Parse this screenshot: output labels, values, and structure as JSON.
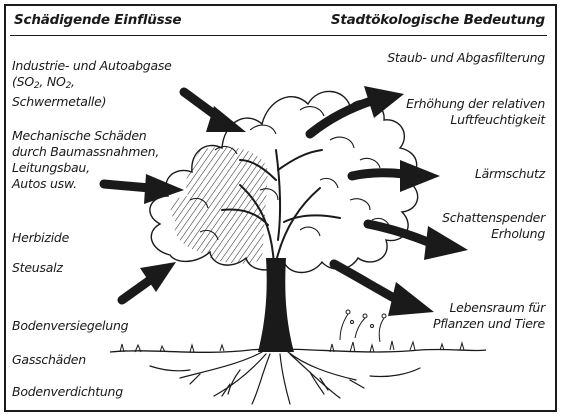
{
  "headers": {
    "left": "Schädigende Einflüsse",
    "right": "Stadtökologische Bedeutung"
  },
  "left_labels": {
    "emissions_l1": "Industrie- und Autoabgase",
    "emissions_so": "SO",
    "emissions_so_sub": "2",
    "emissions_sep": ", ",
    "emissions_no": "NO",
    "emissions_no_sub": "2",
    "emissions_paren_open": "(",
    "emissions_paren_close": ",",
    "emissions_l3": "Schwermetalle)",
    "mech_l1": "Mechanische Schäden",
    "mech_l2": "durch Baumassnahmen,",
    "mech_l3": "Leitungsbau,",
    "mech_l4": "Autos usw.",
    "herbicides": "Herbizide",
    "road_salt": "Steusalz",
    "sealing": "Bodenversiegelung",
    "gas_damage": "Gasschäden",
    "compaction": "Bodenverdichtung"
  },
  "right_labels": {
    "filter": "Staub- und Abgasfilterung",
    "humidity_l1": "Erhöhung der relativen",
    "humidity_l2": "Luftfeuchtigkeit",
    "noise": "Lärmschutz",
    "shade_l1": "Schattenspender",
    "shade_l2": "Erholung",
    "habitat_l1": "Lebensraum für",
    "habitat_l2": "Pflanzen und Tiere"
  },
  "colors": {
    "ink": "#1a1a1a",
    "paper": "#ffffff"
  }
}
